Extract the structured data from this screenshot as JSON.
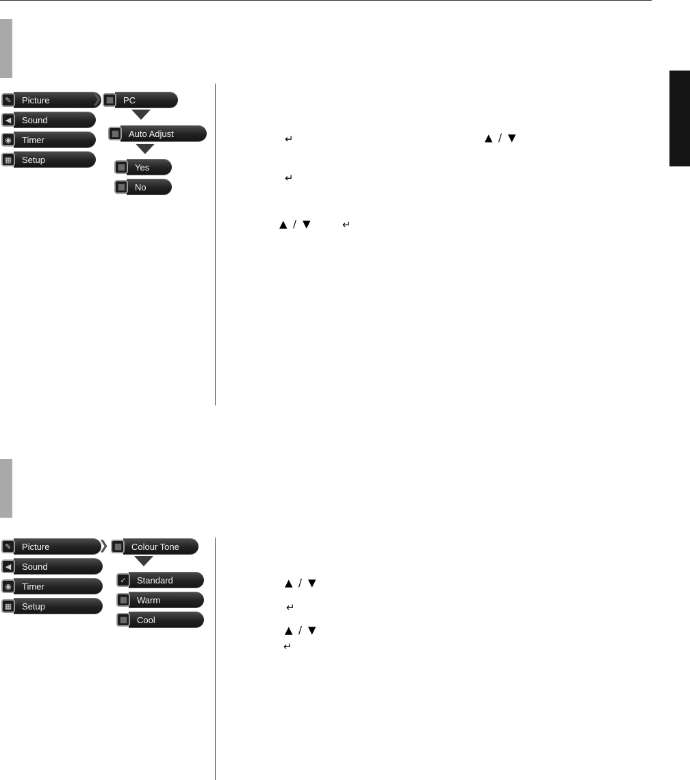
{
  "section1": {
    "menu": [
      "Picture",
      "Sound",
      "Timer",
      "Setup"
    ],
    "submenu": "PC",
    "option": "Auto Adjust",
    "choices": [
      "Yes",
      "No"
    ]
  },
  "section2": {
    "menu": [
      "Picture",
      "Sound",
      "Timer",
      "Setup"
    ],
    "submenu": "Colour Tone",
    "choices": [
      "Standard",
      "Warm",
      "Cool"
    ],
    "selected": "Standard"
  },
  "icons": {
    "up": "▲",
    "down": "▼",
    "enter": "↵",
    "slash": "/"
  }
}
